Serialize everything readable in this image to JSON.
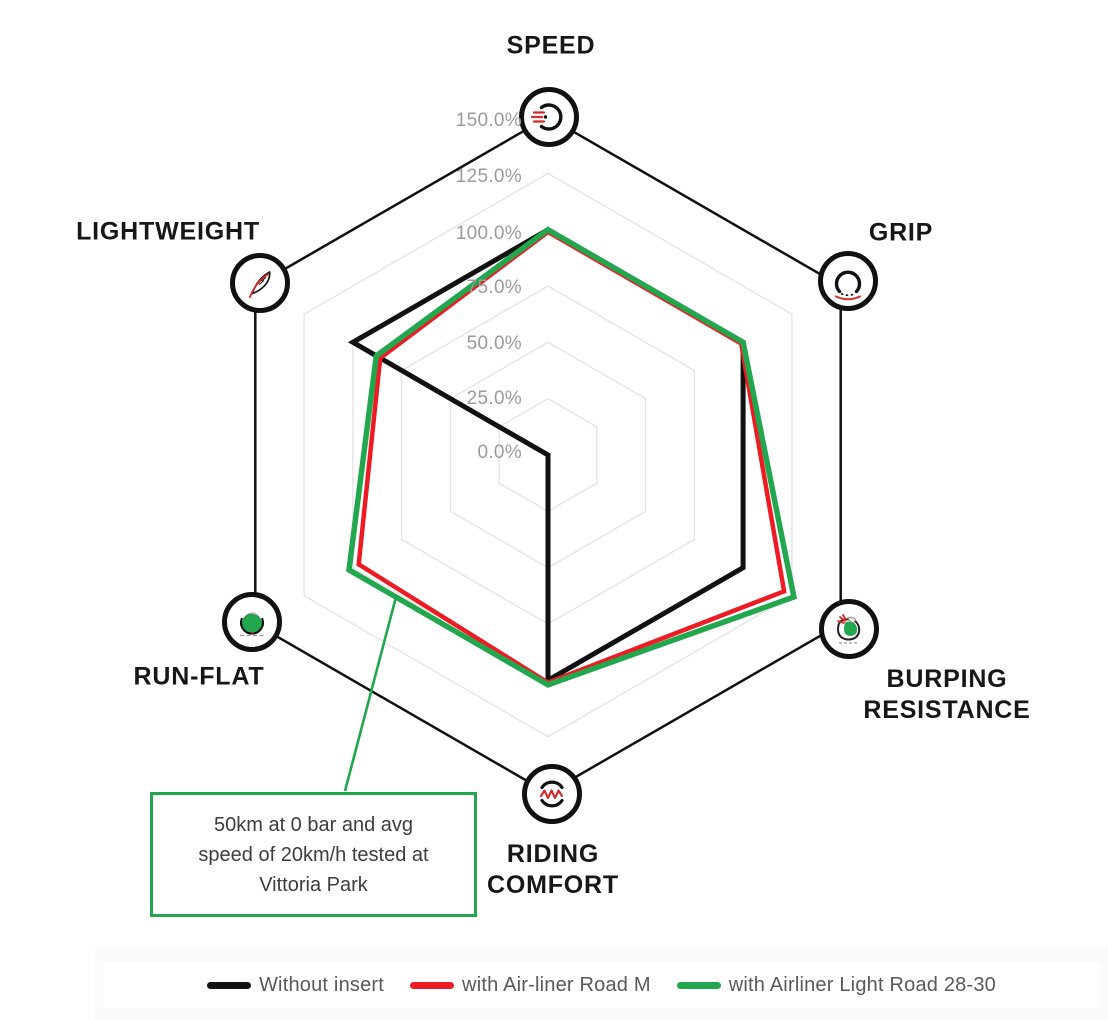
{
  "chart_data": {
    "type": "radar",
    "axes": [
      {
        "label": "SPEED",
        "icon": "speed-tire-icon"
      },
      {
        "label": "GRIP",
        "icon": "grip-tire-icon"
      },
      {
        "label": "BURPING RESISTANCE",
        "icon": "burping-insert-icon"
      },
      {
        "label": "RIDING COMFORT",
        "icon": "comfort-wave-icon"
      },
      {
        "label": "RUN-FLAT",
        "icon": "runflat-insert-icon"
      },
      {
        "label": "LIGHTWEIGHT",
        "icon": "feather-icon"
      }
    ],
    "radial_ticks": [
      "150.0%",
      "125.0%",
      "100.0%",
      "75.0%",
      "50.0%",
      "25.0%",
      "0.0%"
    ],
    "r_min": 0,
    "r_max": 150,
    "ring_step": 25,
    "series": [
      {
        "name": "Without insert",
        "color": "#111111",
        "values": [
          100,
          100,
          100,
          100,
          0,
          100
        ]
      },
      {
        "name": "with Air-liner Road M",
        "color": "#ED1C24",
        "values": [
          99,
          99,
          121,
          101,
          97,
          86
        ]
      },
      {
        "name": "with Airliner Light Road 28-30",
        "color": "#22A74F",
        "values": [
          100,
          100,
          126,
          102,
          102,
          88
        ]
      }
    ],
    "grid_color": "#e3e3e3",
    "frame_color": "#111111",
    "tick_color": "#9b9b9b",
    "legend_position": "bottom"
  },
  "annotation": {
    "lines": [
      "50km at 0 bar and avg",
      "speed of 20km/h tested at",
      "Vittoria Park"
    ],
    "border_color": "#22A74F"
  },
  "legend": {
    "items": [
      {
        "label": "Without insert",
        "color": "#111111"
      },
      {
        "label": "with Air-liner Road M",
        "color": "#ED1C24"
      },
      {
        "label": "with Airliner Light Road 28-30",
        "color": "#22A74F"
      }
    ]
  }
}
